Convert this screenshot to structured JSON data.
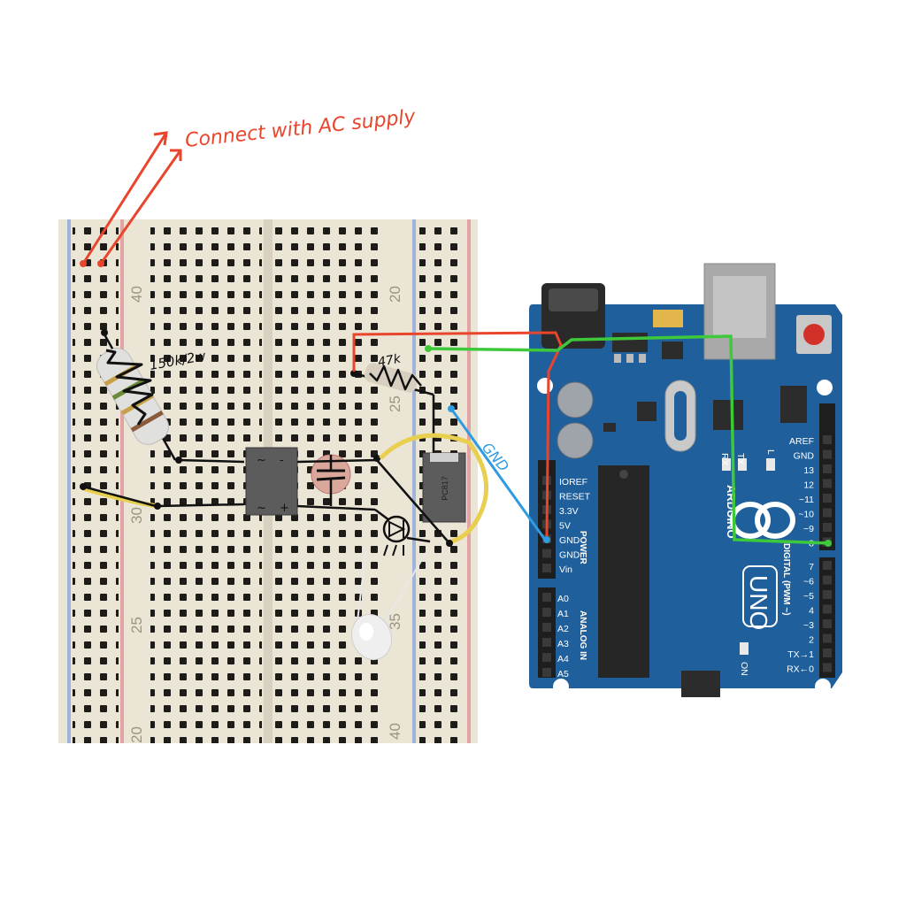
{
  "annotations": {
    "ac_supply": "Connect with AC supply",
    "resistor_main": "150k/2w",
    "resistor_small": "47k",
    "gnd_wire": "GND"
  },
  "breadcircuit": {
    "row_numbers": {
      "a": "40",
      "b": "20",
      "c": "25",
      "d": "30",
      "e": "25",
      "f": "35",
      "g": "20",
      "h": "40"
    },
    "optocoupler_marking": "PC817"
  },
  "arduino": {
    "brand": "ARDUINO",
    "model": "UNO",
    "on_label": "ON",
    "tx_label": "TX",
    "rx_label": "RX",
    "l_label": "L",
    "power_label": "POWER",
    "analog_label": "ANALOG IN",
    "digital_label": "DIGITAL (PWM ~)",
    "power_pins": [
      "IOREF",
      "RESET",
      "3.3V",
      "5V",
      "GND",
      "GND",
      "Vin"
    ],
    "analog_pins": [
      "A0",
      "A1",
      "A2",
      "A3",
      "A4",
      "A5"
    ],
    "digital_pins_top": [
      "AREF",
      "GND",
      "13",
      "12",
      "~11",
      "~10",
      "~9",
      "8"
    ],
    "digital_pins_bottom": [
      "7",
      "~6",
      "~5",
      "4",
      "~3",
      "2",
      "TX→1",
      "RX←0"
    ]
  },
  "colors": {
    "board_blue": "#1f5f9c",
    "breadboard": "#ebe5d6",
    "ac_wire": "#e8452c",
    "vcc_wire": "#e8452c",
    "signal_wire": "#3ec93a",
    "gnd_wire": "#2f9be0",
    "ink": "#111111"
  }
}
